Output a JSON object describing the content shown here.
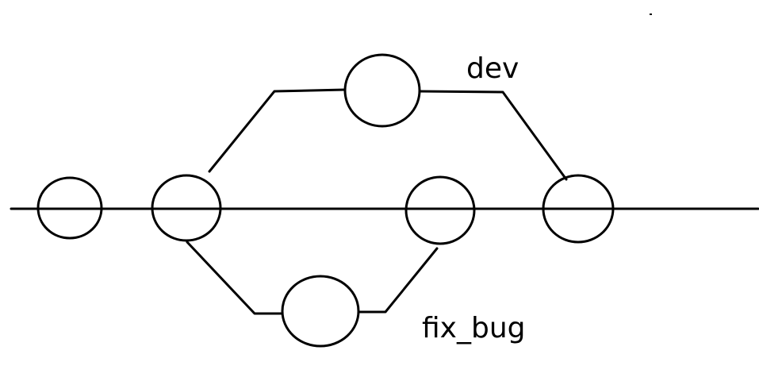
{
  "diagram": {
    "type": "git-branch-graph",
    "branches": {
      "dev": "dev",
      "fix_bug": "fix_bug"
    },
    "commits": [
      {
        "id": "c1",
        "branch": "main"
      },
      {
        "id": "c2",
        "branch": "main"
      },
      {
        "id": "c3",
        "branch": "dev"
      },
      {
        "id": "c4",
        "branch": "fix_bug"
      },
      {
        "id": "c5",
        "branch": "main"
      },
      {
        "id": "c6",
        "branch": "main"
      }
    ],
    "edges": [
      {
        "from": "c2",
        "to": "c3",
        "branch": "dev"
      },
      {
        "from": "c3",
        "to": "c6",
        "branch": "dev"
      },
      {
        "from": "c2",
        "to": "c4",
        "branch": "fix_bug"
      },
      {
        "from": "c4",
        "to": "c5",
        "branch": "fix_bug"
      }
    ],
    "colors": {
      "stroke": "#000000",
      "background": "#ffffff"
    }
  }
}
